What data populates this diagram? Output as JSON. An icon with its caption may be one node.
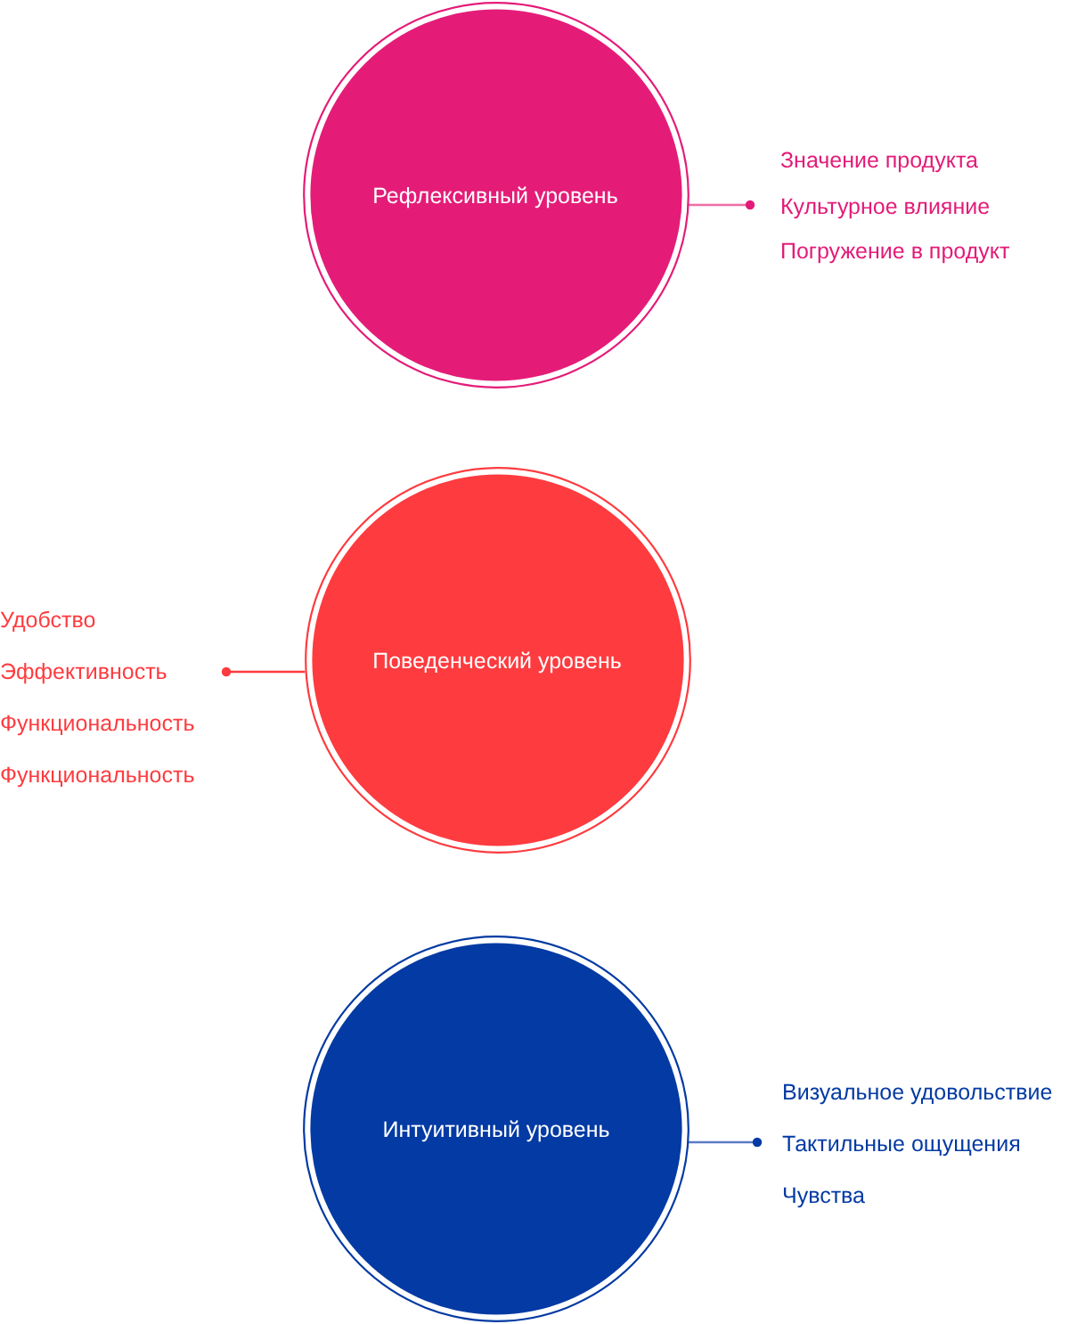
{
  "diagram": {
    "nodes": [
      {
        "text": [
          "Рефлексивный уровень"
        ]
      },
      {
        "text": [
          "Значение продукта",
          "Культурное влияние",
          "Погружение в продукт"
        ]
      },
      {
        "text": [
          "Поведенческий уровень"
        ]
      },
      {
        "text": [
          "Удобство",
          "Эффективность",
          "Функциональность",
          "Функциональность"
        ]
      },
      {
        "text": [
          "Интуитивный уровень"
        ]
      },
      {
        "text": [
          "Визуальное удовольствие",
          "Тактильные ощущения",
          "Чувства"
        ]
      }
    ],
    "edges": [
      {
        "from": 0,
        "to": 1,
        "arrow": "other",
        "color": "#ee6ea5"
      },
      {
        "from": 2,
        "to": 3,
        "arrow": "other",
        "color": "#fe3b3f"
      },
      {
        "from": 4,
        "to": 5,
        "arrow": "other",
        "color": "#5b7cc6"
      }
    ]
  }
}
